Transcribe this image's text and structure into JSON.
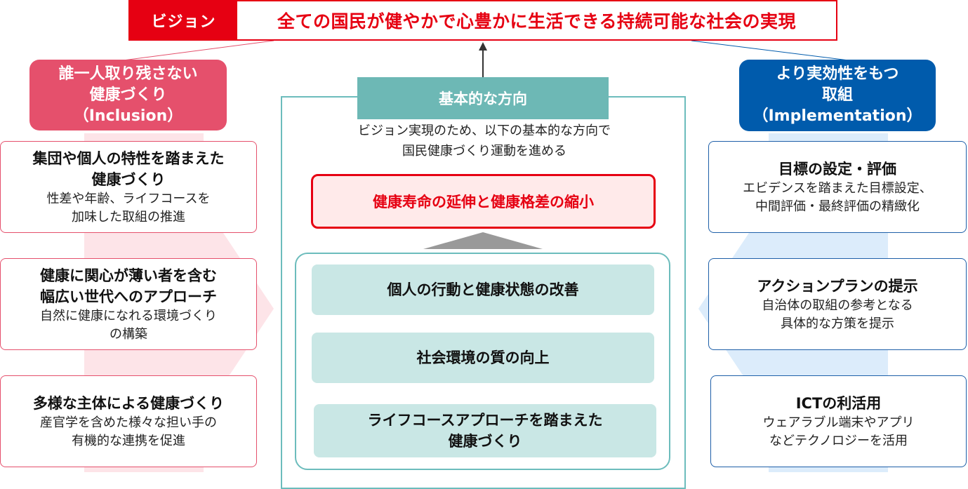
{
  "vision": {
    "label": "ビジョン",
    "text": "全ての国民が健やかで心豊かに生活できる持続可能な社会の実現"
  },
  "left_pillar": {
    "title_line1": "誰一人取り残さない",
    "title_line2": "健康づくり",
    "title_line3": "（Inclusion）",
    "items": [
      {
        "title": "集団や個人の特性を踏まえた\n健康づくり",
        "desc": "性差や年齢、ライフコースを\n加味した取組の推進"
      },
      {
        "title": "健康に関心が薄い者を含む\n幅広い世代へのアプローチ",
        "desc": "自然に健康になれる環境づくり\nの構築"
      },
      {
        "title": "多様な主体による健康づくり",
        "desc": "産官学を含めた様々な担い手の\n有機的な連携を促進"
      }
    ]
  },
  "right_pillar": {
    "title_line1": "より実効性をもつ",
    "title_line2": "取組",
    "title_line3": "（Implementation）",
    "items": [
      {
        "title": "目標の設定・評価",
        "desc": "エビデンスを踏まえた目標設定、\n中間評価・最終評価の精緻化"
      },
      {
        "title": "アクションプランの提示",
        "desc": "自治体の取組の参考となる\n具体的な方策を提示"
      },
      {
        "title": "ICTの利活用",
        "desc": "ウェアラブル端末やアプリ\nなどテクノロジーを活用"
      }
    ]
  },
  "center": {
    "label": "基本的な方向",
    "desc": "ビジョン実現のため、以下の基本的な方向で\n国民健康づくり運動を進める",
    "goal": "健康寿命の延伸と健康格差の縮小",
    "items": [
      "個人の行動と健康状態の改善",
      "社会環境の質の向上",
      "ライフコースアプローチを踏まえた\n健康づくり"
    ]
  },
  "colors": {
    "vision_red": "#e60012",
    "inclusion_pink": "#e5506c",
    "implementation_blue": "#005bac",
    "center_teal": "#6db8b5",
    "inner_item_fill": "#c9e7e5"
  }
}
